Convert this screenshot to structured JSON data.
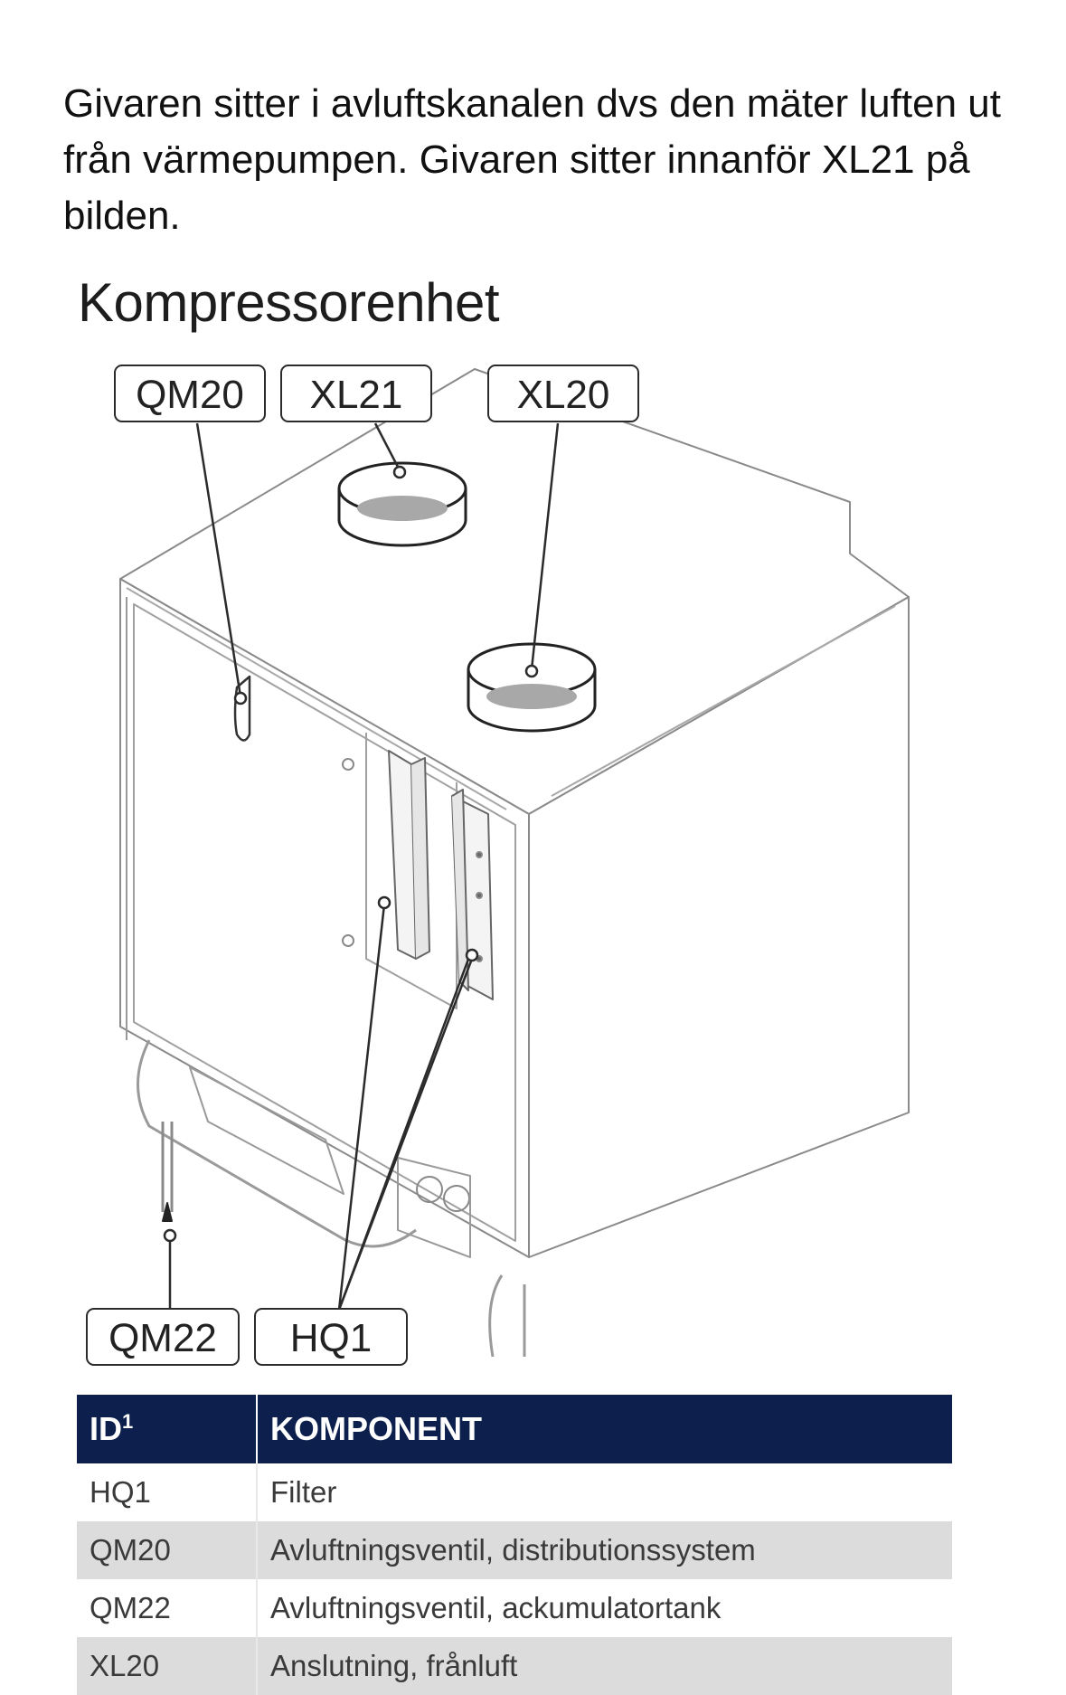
{
  "intro_text": "Givaren sitter i avluftskanalen dvs den mäter luften ut från värmepumpen. Givaren sitter innanför XL21 på bilden.",
  "figure": {
    "title": "Kompressorenhet",
    "callouts": {
      "qm20": "QM20",
      "xl21": "XL21",
      "xl20": "XL20",
      "qm22": "QM22",
      "hq1": "HQ1"
    }
  },
  "table": {
    "headers": {
      "id": "ID",
      "id_sup": "1",
      "component": "KOMPONENT"
    },
    "rows": [
      {
        "id": "HQ1",
        "component": "Filter"
      },
      {
        "id": "QM20",
        "component": "Avluftningsventil, distributionssystem"
      },
      {
        "id": "QM22",
        "component": "Avluftningsventil, ackumulatortank"
      },
      {
        "id": "XL20",
        "component": "Anslutning, frånluft"
      }
    ]
  }
}
